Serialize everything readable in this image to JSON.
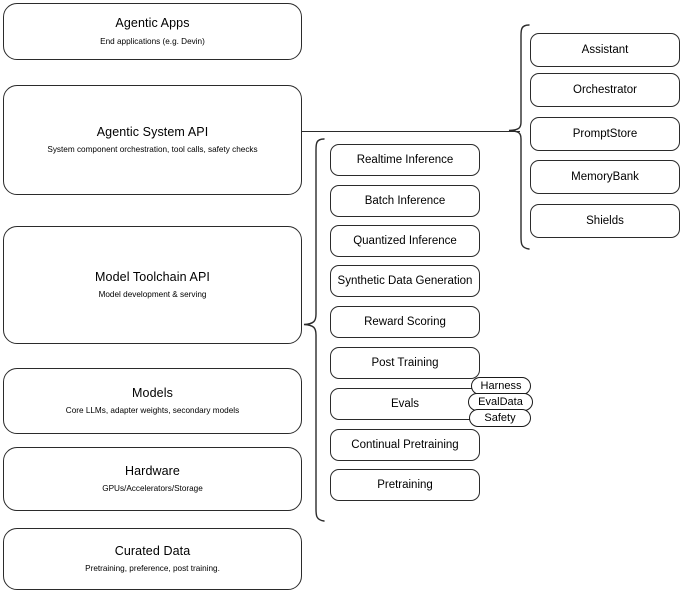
{
  "diagram": {
    "title": "Agentic AI stack layers",
    "stroke_color": "#2b2b2b",
    "background_color": "#ffffff"
  },
  "layers": [
    {
      "title": "Agentic Apps",
      "subtitle": "End applications (e.g. Devin)"
    },
    {
      "title": "Agentic System API",
      "subtitle": "System component orchestration, tool calls, safety checks"
    },
    {
      "title": "Model Toolchain API",
      "subtitle": "Model development & serving"
    },
    {
      "title": "Models",
      "subtitle": "Core LLMs, adapter weights, secondary models"
    },
    {
      "title": "Hardware",
      "subtitle": "GPUs/Accelerators/Storage"
    },
    {
      "title": "Curated Data",
      "subtitle": "Pretraining, preference, post training."
    }
  ],
  "toolchain_components": [
    {
      "label": "Realtime Inference"
    },
    {
      "label": "Batch Inference"
    },
    {
      "label": "Quantized Inference"
    },
    {
      "label": "Synthetic Data Generation"
    },
    {
      "label": "Reward Scoring"
    },
    {
      "label": "Post Training"
    },
    {
      "label": "Evals"
    },
    {
      "label": "Continual Pretraining"
    },
    {
      "label": "Pretraining"
    }
  ],
  "eval_pills": [
    {
      "label": "Harness"
    },
    {
      "label": "EvalData"
    },
    {
      "label": "Safety"
    }
  ],
  "system_components": [
    {
      "label": "Assistant"
    },
    {
      "label": "Orchestrator"
    },
    {
      "label": "PromptStore"
    },
    {
      "label": "MemoryBank"
    },
    {
      "label": "Shields"
    }
  ]
}
